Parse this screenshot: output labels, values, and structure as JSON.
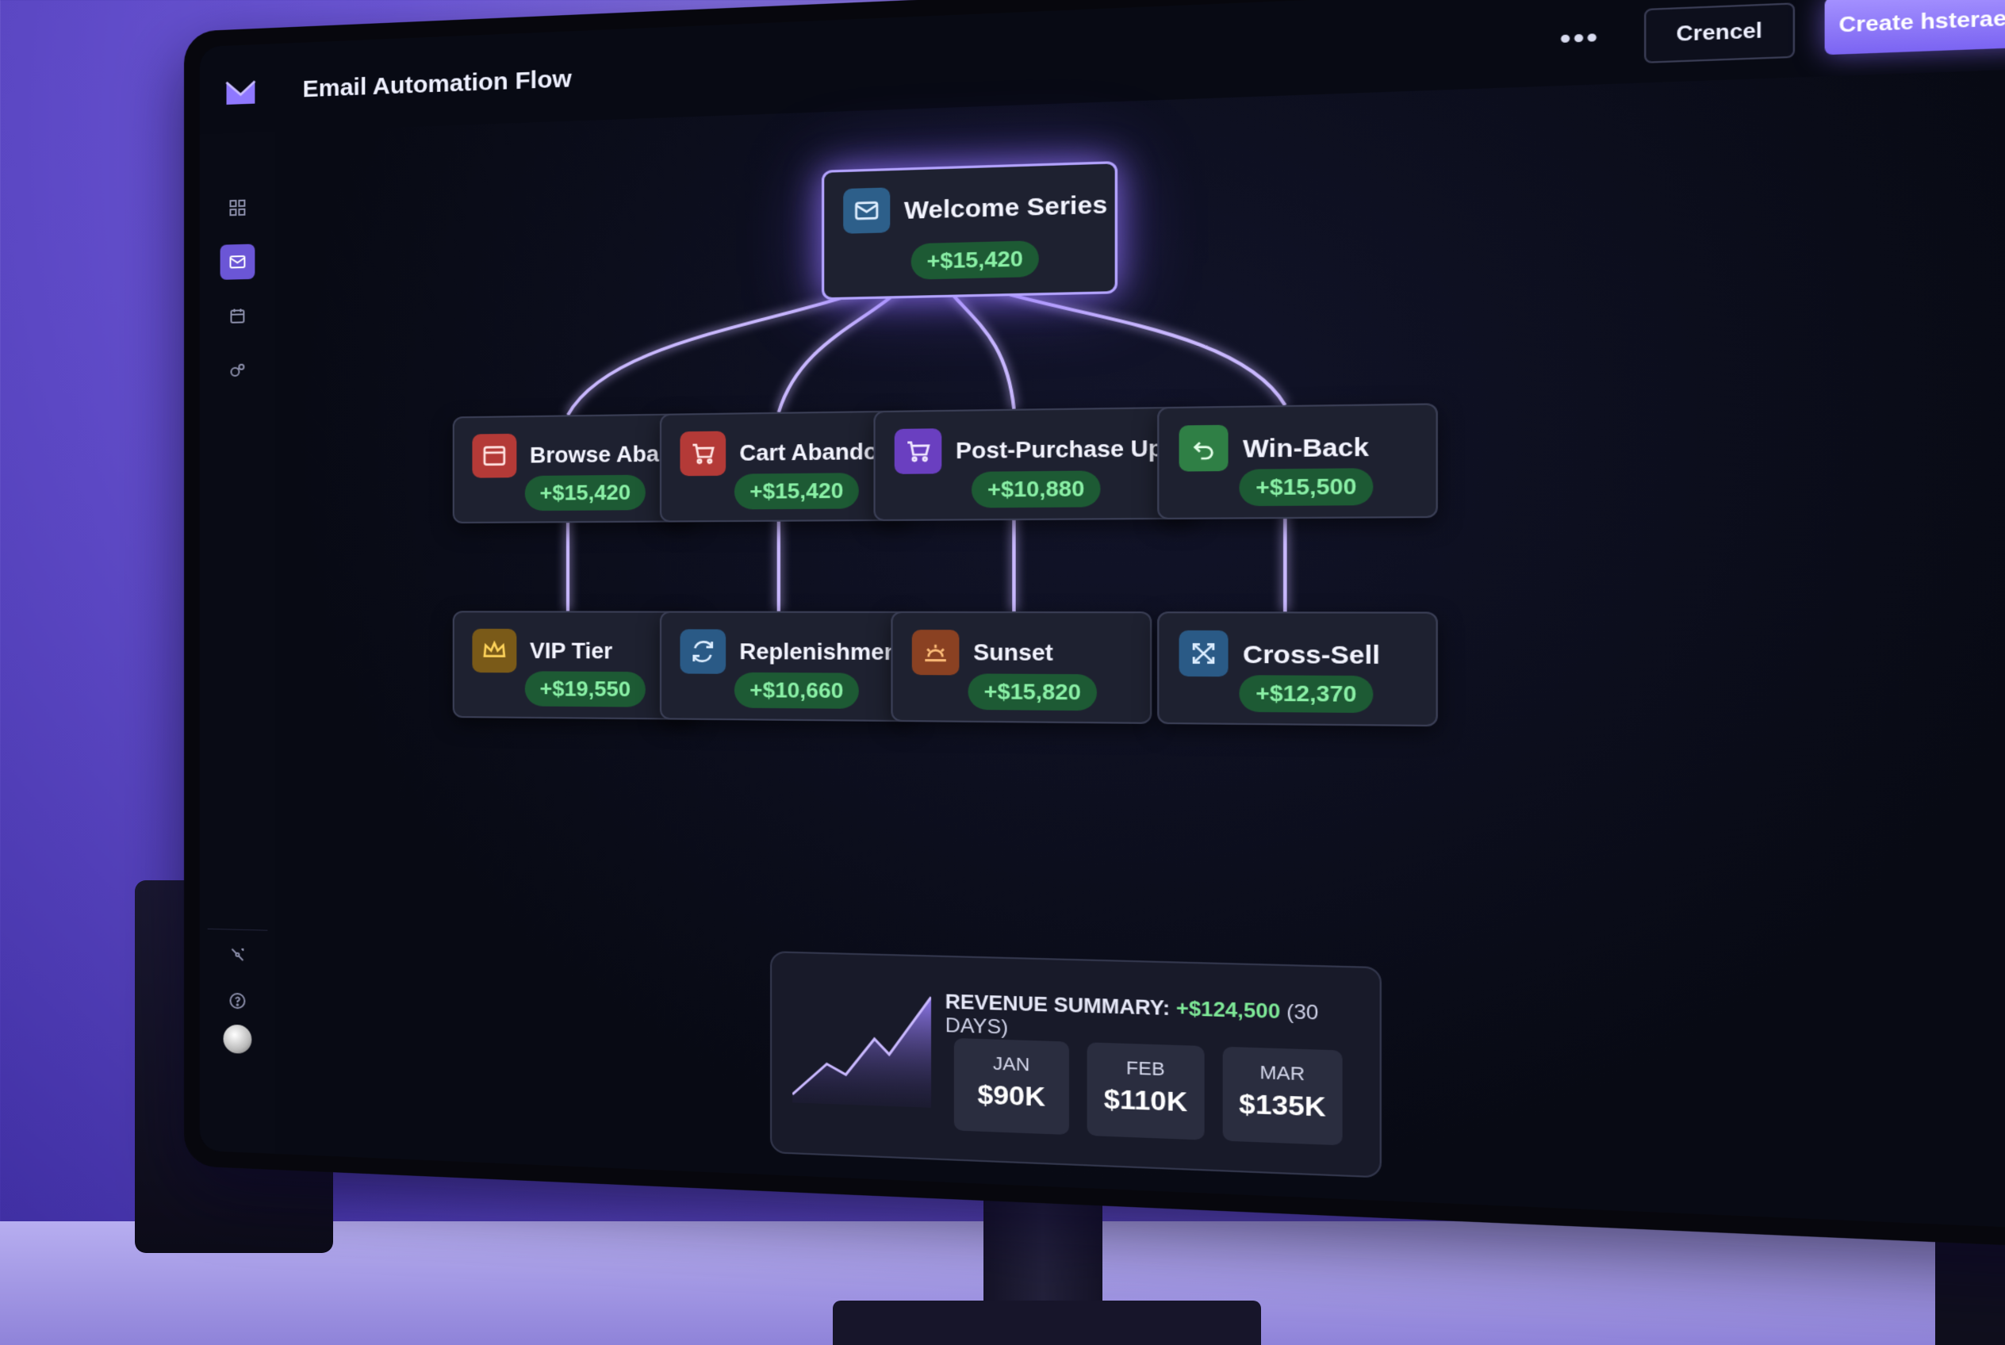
{
  "app": {
    "title": "Email Automation Flow"
  },
  "toolbar": {
    "more_label": "•••",
    "cancel_label": "Crencel",
    "create_label": "Create hsteraen"
  },
  "flow": {
    "root": {
      "title": "Welcome Series",
      "value": "+$15,420"
    },
    "branches": [
      {
        "title": "Browse Abandon",
        "value": "+$15,420",
        "icon": "browser-window-icon",
        "color": "#e2534b"
      },
      {
        "title": "Cart Abandon",
        "value": "+$15,420",
        "icon": "shopping-cart-icon",
        "color": "#e2534b"
      },
      {
        "title": "Post-Purchase Upsell",
        "value": "+$10,880",
        "icon": "shopping-cart-icon",
        "color": "#8a5de0"
      },
      {
        "title": "Win-Back",
        "value": "+$15,500",
        "icon": "undo-arrow-icon",
        "color": "#3fae5a"
      }
    ],
    "leaves": [
      {
        "title": "VIP Tier",
        "value": "+$19,550",
        "icon": "crown-icon",
        "color": "#e8b53a"
      },
      {
        "title": "Replenishment",
        "value": "+$10,660",
        "icon": "refresh-icon",
        "color": "#3d86c9"
      },
      {
        "title": "Sunset",
        "value": "+$15,820",
        "icon": "sunset-icon",
        "color": "#e07a3a"
      },
      {
        "title": "Cross-Sell",
        "value": "+$12,370",
        "icon": "arrows-cross-icon",
        "color": "#3d86c9"
      }
    ]
  },
  "summary": {
    "label": "REVENUE SUMMARY:",
    "amount": "+$124,500",
    "period": "(30 DAYS)",
    "months": [
      {
        "name": "JAN",
        "value": "$90K"
      },
      {
        "name": "FEB",
        "value": "$110K"
      },
      {
        "name": "MAR",
        "value": "$135K"
      }
    ]
  },
  "colors": {
    "accent": "#7b64f2",
    "positive": "#8af0a6",
    "glow": "#b3a3ff"
  }
}
